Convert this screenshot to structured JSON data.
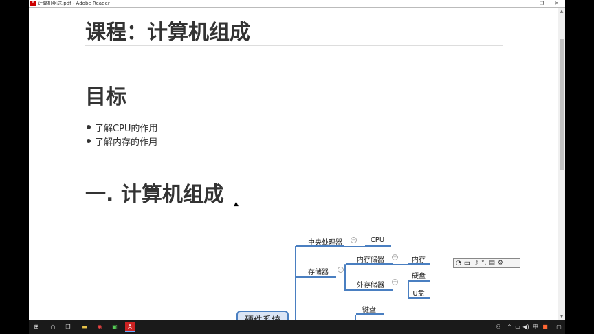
{
  "window": {
    "title": "计算机组成.pdf - Adobe Reader",
    "minimize": "─",
    "restore": "❐",
    "close": "✕"
  },
  "doc": {
    "title": "课程：计算机组成",
    "goal_heading": "目标",
    "goals": [
      "了解CPU的作用",
      "了解内存的作用"
    ],
    "section1": "一. 计算机组成"
  },
  "mindmap": {
    "root": "硬件系统",
    "cpu_branch": "中央处理器",
    "cpu_leaf": "CPU",
    "storage": "存储器",
    "internal": "内存储器",
    "internal_leaf": "内存",
    "external": "外存储器",
    "external_leaves": [
      "硬盘",
      "U盘"
    ],
    "keyboard": "键盘",
    "collapse": "−"
  },
  "ime_toolbar": {
    "lang": "中"
  },
  "taskbar": {
    "ime": "中",
    "colors": {
      "bg": "#1a1a1a"
    }
  },
  "colors": {
    "accent": "#4a7fc1",
    "text": "#333333"
  }
}
